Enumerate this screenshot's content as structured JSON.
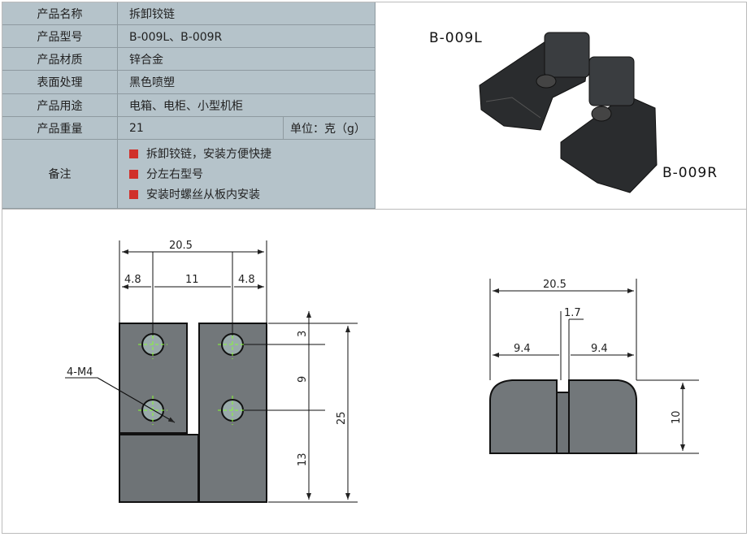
{
  "spec_table": {
    "rows": [
      {
        "label": "产品名称",
        "value": "拆卸铰链"
      },
      {
        "label": "产品型号",
        "value": "B-009L、B-009R"
      },
      {
        "label": "产品材质",
        "value": "锌合金"
      },
      {
        "label": "表面处理",
        "value": "黑色喷塑"
      },
      {
        "label": "产品用途",
        "value": "电箱、电柜、小型机柜"
      },
      {
        "label": "产品重量",
        "value": "21",
        "unit": "单位：克（g）"
      }
    ],
    "notes_label": "备注",
    "notes": [
      "拆卸铰链，安装方便快捷",
      "分左右型号",
      "安装时螺丝从板内安装"
    ]
  },
  "photo": {
    "left_model": "B-009L",
    "right_model": "B-009R"
  },
  "drawing_front": {
    "total_width": "20.5",
    "left_offset": "4.8",
    "hole_spacing": "11",
    "right_offset": "4.8",
    "hole_label": "4-M4",
    "top_offset": "3",
    "hole_pitch": "9",
    "bottom": "13",
    "total_height": "25"
  },
  "drawing_side": {
    "total_width": "20.5",
    "gap": "1.7",
    "left_width": "9.4",
    "right_width": "9.4",
    "height": "10"
  },
  "colors": {
    "table_bg": "#b5c3ca",
    "bullet": "#d0302a",
    "part": "#6f7477"
  }
}
